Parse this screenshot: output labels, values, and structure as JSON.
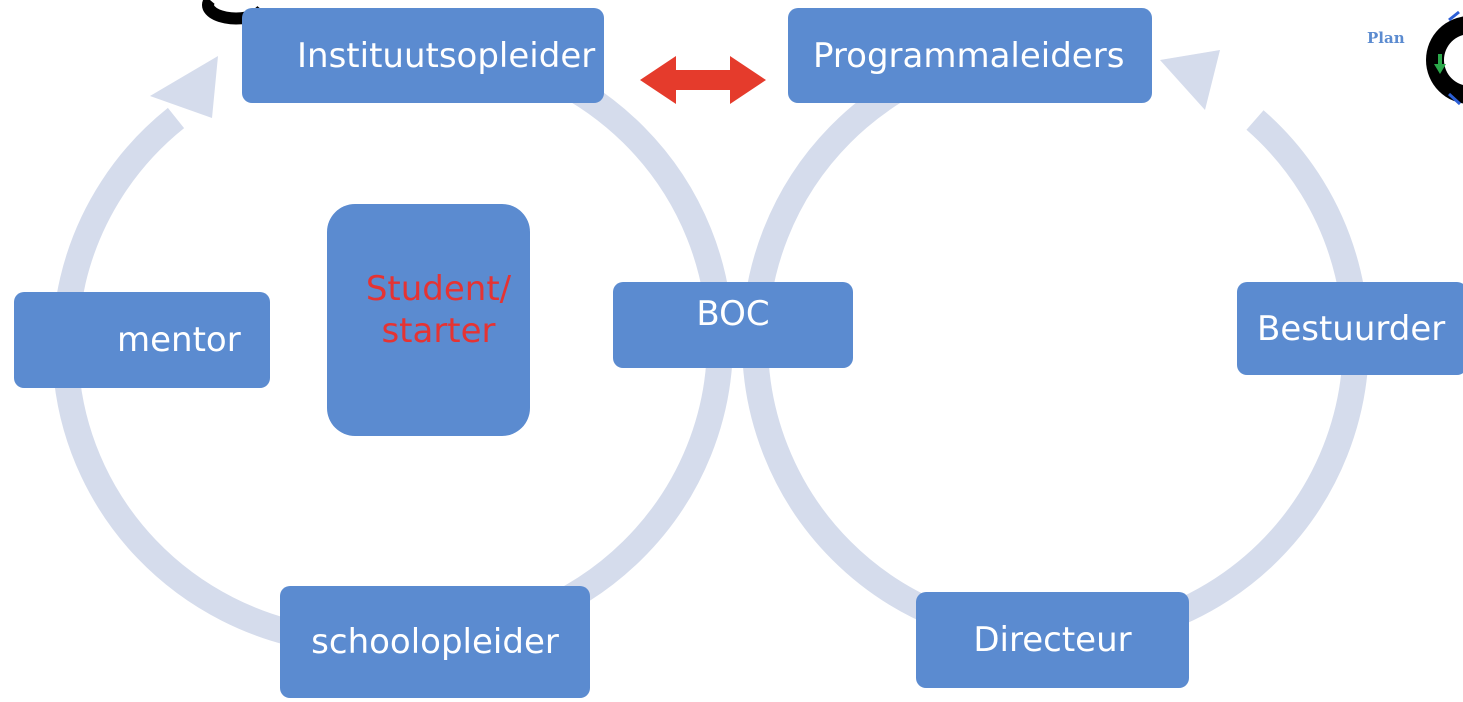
{
  "colors": {
    "node_fill": "#5b8bd0",
    "node_text": "#ffffff",
    "student_text": "#e53333",
    "cycle_arrow": "#d5dcec",
    "double_arrow": "#e53b2c"
  },
  "nodes": {
    "instituutsopleider": "Instituutsopleider",
    "programmaleiders": "Programmaleiders",
    "mentor": "mentor",
    "student_line1": "Student/",
    "student_line2": "starter",
    "boc": "BOC",
    "bestuurder": "Bestuurder",
    "schoolopleider": "schoolopleider",
    "directeur": "Directeur"
  },
  "corner_logo": {
    "label": "Plan",
    "icon": "pdca-cycle-icon"
  }
}
